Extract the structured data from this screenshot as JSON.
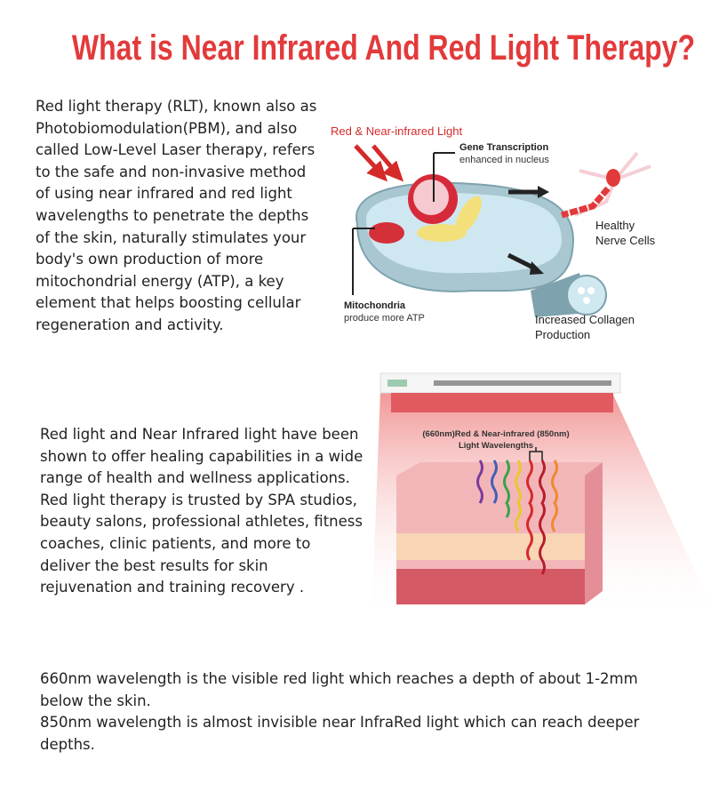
{
  "title": "What is Near Infrared And Red Light Therapy?",
  "paragraphs": [
    "Red light therapy (RLT), known also as Photobiomodulation(PBM), and also called Low-Level Laser therapy, refers to the safe and non-invasive method of using near infrared and red light wavelengths to penetrate the depths of the skin, naturally stimulates your body's own production of more mitochondrial energy (ATP), a key element that helps boosting cellular regeneration and activity.",
    "Red light and Near Infrared light have been shown to offer healing capabilities in a wide range of health and wellness applications. Red light therapy is trusted by SPA studios, beauty salons, professional athletes, fitness coaches, clinic patients, and more to deliver the best results for skin rejuvenation and training recovery .",
    "660nm wavelength is the visible red light which reaches a depth of about 1-2mm below the skin.",
    "850nm wavelength is almost invisible near InfraRed light which can reach deeper depths."
  ],
  "cell_diagram": {
    "light_label": "Red & Near-infrared Light",
    "gene_title": "Gene Transcription",
    "gene_sub": "enhanced in nucleus",
    "mito_title": "Mitochondria",
    "mito_sub": "produce more ATP",
    "nerve_1": "Healthy",
    "nerve_2": "Nerve Cells",
    "collagen_1": "Increased Collagen",
    "collagen_2": "Production"
  },
  "skin_diagram": {
    "wave_label_1": "(660nm)Red & Near-infrared (850nm)",
    "wave_label_2": "Light Wavelengths"
  }
}
